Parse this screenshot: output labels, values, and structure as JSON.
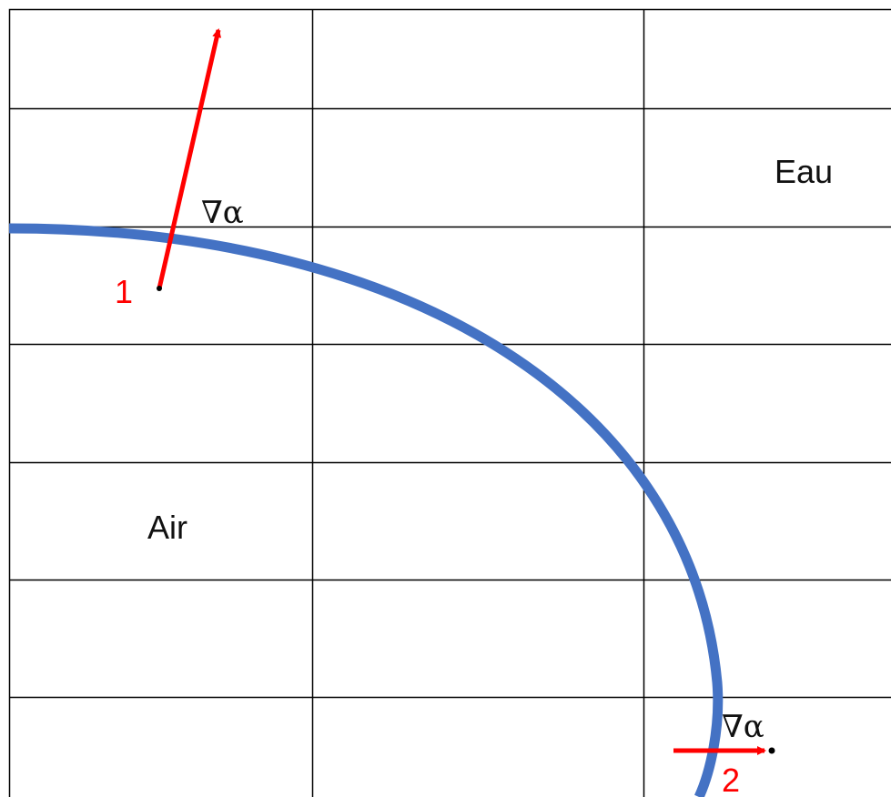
{
  "regions": {
    "water": "Eau",
    "air": "Air"
  },
  "vectors": [
    {
      "id": "1",
      "label": "∇α"
    },
    {
      "id": "2",
      "label": "∇α"
    }
  ],
  "colors": {
    "interface": "#4472C4",
    "vector": "#FF0000",
    "grid": "#000000",
    "background": "#FFFFFF"
  }
}
